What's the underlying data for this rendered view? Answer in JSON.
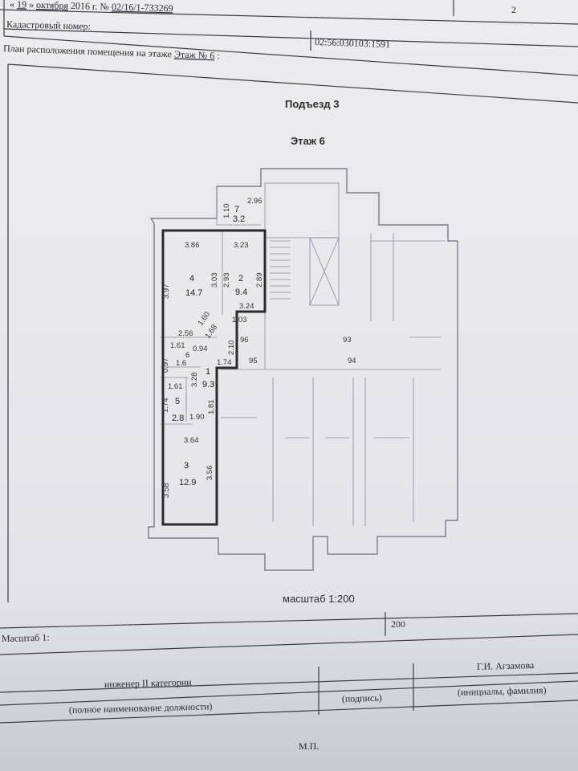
{
  "header": {
    "date_prefix": "«",
    "day": "19",
    "date_mid": "»",
    "month": "октября",
    "year_no": "2016 г. №",
    "doc_number": "02/16/1-733269",
    "page_number": "2",
    "cadastral_label": "Кадастровый номер:",
    "cadastral_number": "02:56:030103:1591",
    "plan_label": "План расположения помещения на этаже",
    "floor_value": "Этаж № 6",
    "floor_suffix": ":"
  },
  "plan": {
    "entrance": "Подъезд 3",
    "floor": "Этаж 6",
    "scale_caption": "масштаб 1:200",
    "rooms": [
      {
        "number": "1",
        "area": "9.3"
      },
      {
        "number": "2",
        "area": "9.4"
      },
      {
        "number": "3",
        "area": "12.9"
      },
      {
        "number": "4",
        "area": "14.7"
      },
      {
        "number": "5",
        "area": "2.8"
      },
      {
        "number": "6",
        "area": "1.6"
      },
      {
        "number": "7",
        "area": "3.2"
      }
    ],
    "dims": [
      "1.10",
      "2.96",
      "3.86",
      "3.23",
      "3.03",
      "2.93",
      "2.89",
      "3.97",
      "3.24",
      "1.60",
      "1.68",
      "1.03",
      "2.56",
      "2.10",
      "0.97",
      "1.61",
      "0.94",
      "1.74",
      "3.28",
      "1.61",
      "1.74",
      "1.90",
      "1.81",
      "3.64",
      "3.56",
      "3.58"
    ],
    "apartments": [
      "96",
      "95",
      "93",
      "94"
    ]
  },
  "footer": {
    "scale_label": "Масштаб 1:",
    "scale_value": "200",
    "position": "инженер II категории",
    "position_caption": "(полное наименование должности)",
    "signature_caption": "(подпись)",
    "name": "Г.И. Агзамова",
    "name_caption": "(инициалы, фамилия)",
    "stamp": "М.П."
  }
}
